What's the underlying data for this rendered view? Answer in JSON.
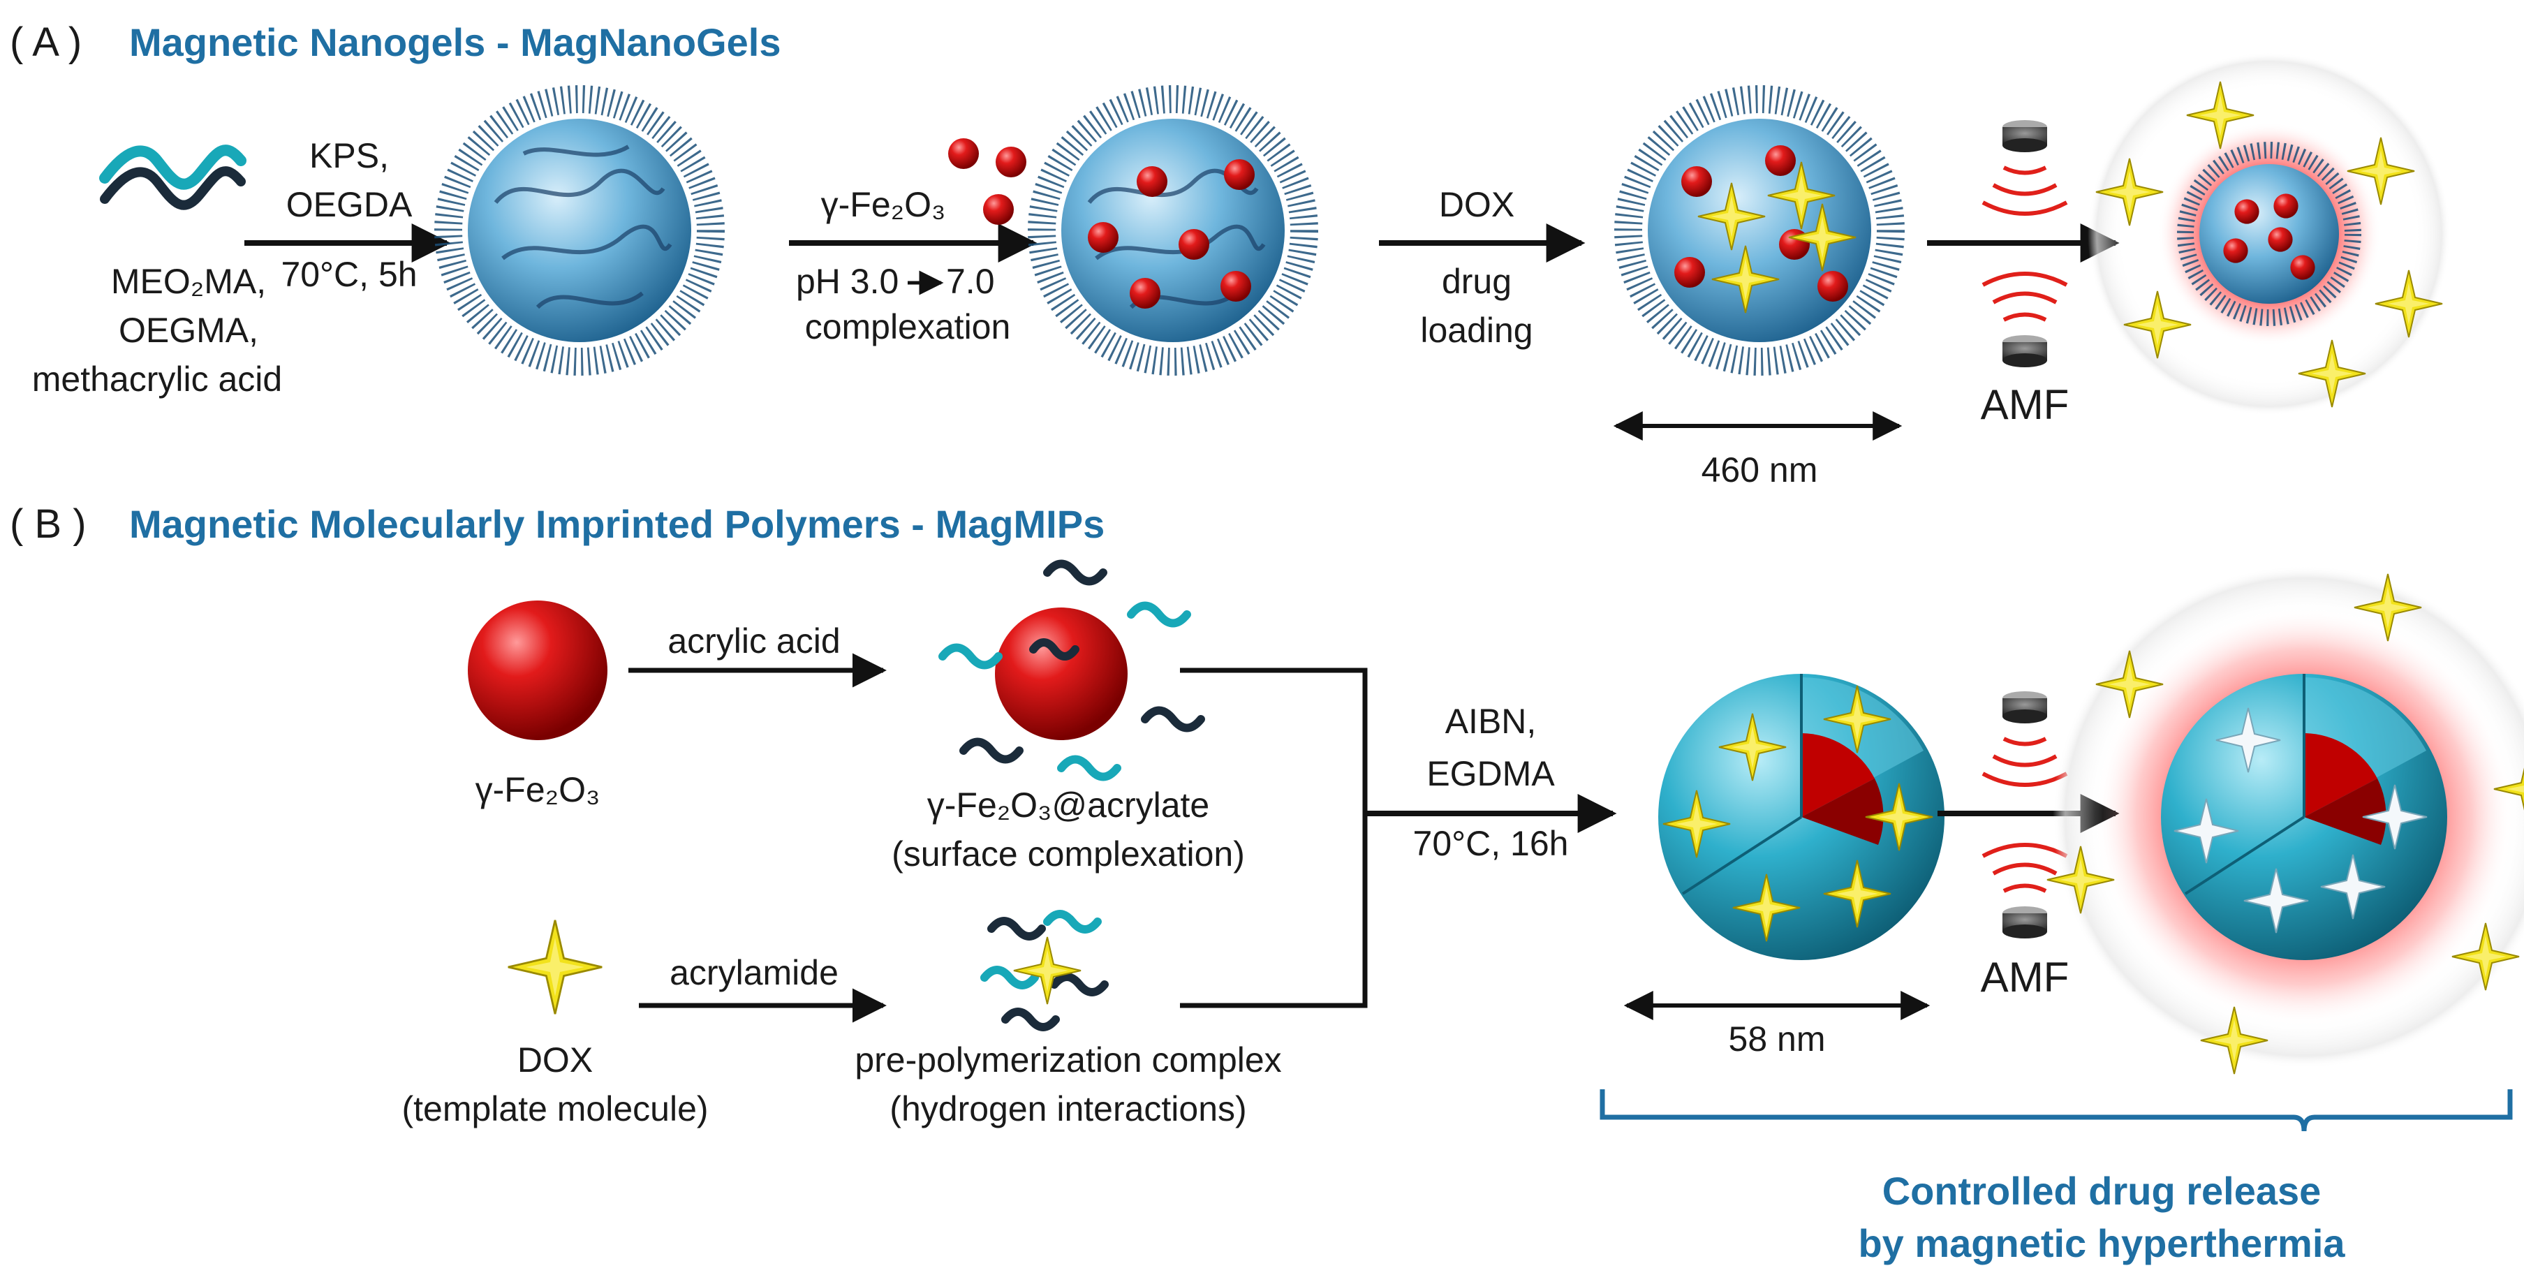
{
  "panel_a": {
    "section_label": "( A )",
    "title": "Magnetic Nanogels - MagNanoGels",
    "monomers": [
      "MEO₂MA,",
      "OEGMA,",
      "methacrylic acid"
    ],
    "step1_top": [
      "KPS,",
      "OEGDA"
    ],
    "step1_bottom": "70°C, 5h",
    "step2_top": "γ-Fe₂O₃",
    "step2_ph_start": "pH 3.0",
    "step2_ph_end": "7.0",
    "step2_bottom": "complexation",
    "step3_top": "DOX",
    "step3_bottom": [
      "drug",
      "loading"
    ],
    "size": "460  nm",
    "amf": "AMF"
  },
  "panel_b": {
    "section_label": "( B )",
    "title": "Magnetic Molecularly Imprinted Polymers - MagMIPs",
    "fe_label": "γ-Fe₂O₃",
    "acrylic_acid": "acrylic acid",
    "acrylate_label": [
      "γ-Fe₂O₃@acrylate",
      "(surface complexation)"
    ],
    "dox_label": [
      "DOX",
      "(template molecule)"
    ],
    "acrylamide": "acrylamide",
    "complex_label": [
      "pre-polymerization complex",
      "(hydrogen interactions)"
    ],
    "polymerization": [
      "AIBN,",
      "EGDMA",
      "70°C, 16h"
    ],
    "size": "58  nm",
    "amf": "AMF",
    "conclusion": [
      "Controlled drug release",
      "by magnetic hyperthermia"
    ]
  },
  "colors": {
    "title_blue": "#1f6fa3",
    "shell_blue": "#2b7fb0",
    "nanoparticle_red": "#cc1111",
    "drug_yellow": "#f2e21b",
    "mip_cyan": "#2aa7c4",
    "field_red": "#e0201a"
  }
}
